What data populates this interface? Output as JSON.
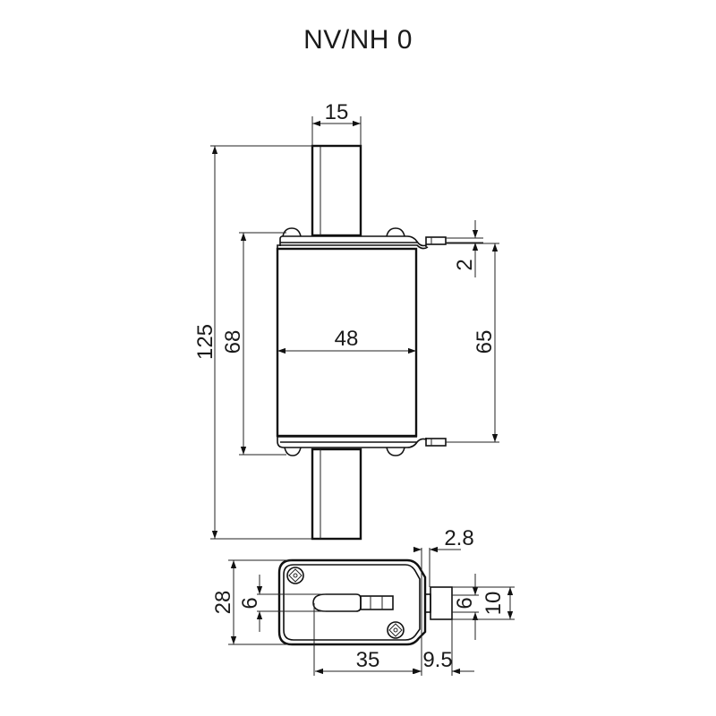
{
  "title": "NV/NH 0",
  "colors": {
    "line": "#111111",
    "background": "#ffffff"
  },
  "front_view": {
    "dimensions": {
      "blade_width": "15",
      "overall_height": "125",
      "body_height": "68",
      "body_width": "48",
      "tab_spacing": "65",
      "tab_thickness": "2"
    }
  },
  "top_view": {
    "dimensions": {
      "depth": "28",
      "slot_height": "6",
      "slot_to_edge": "35",
      "tab_offset": "9.5",
      "tab_gap": "2.8",
      "tab_inner": "6",
      "tab_outer": "10"
    }
  }
}
